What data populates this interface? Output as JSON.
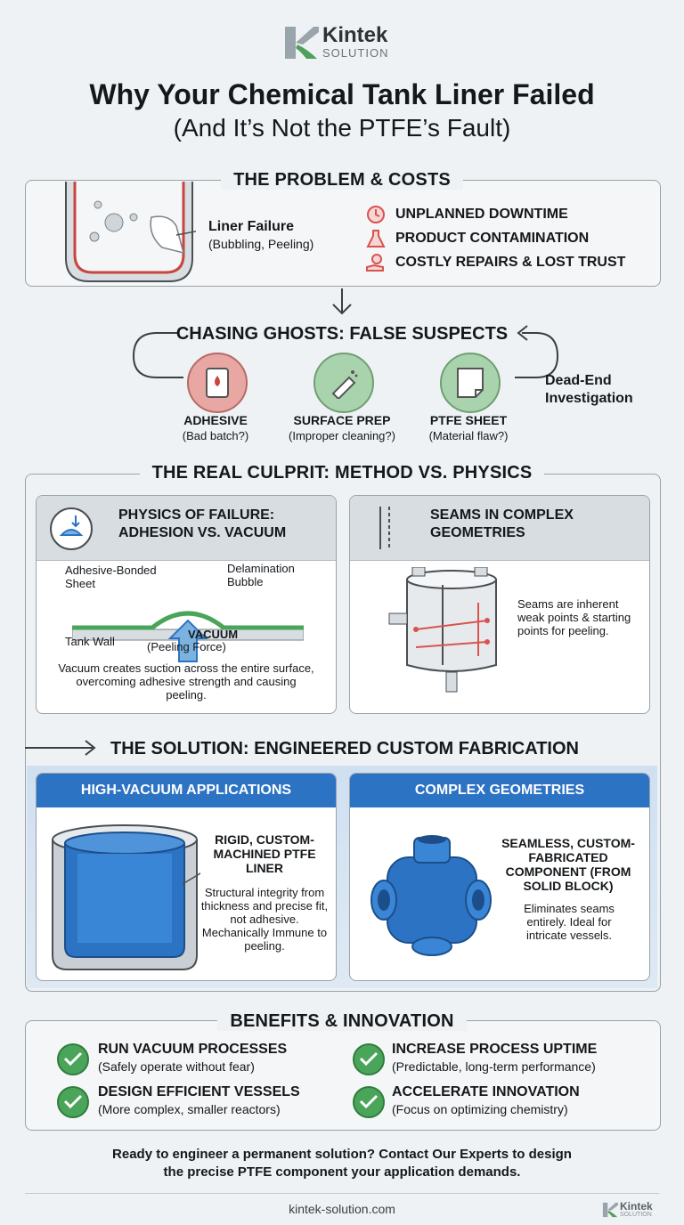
{
  "brand": {
    "name": "Kintek",
    "sub": "SOLUTION"
  },
  "title": {
    "line1": "Why Your Chemical Tank Liner Failed",
    "line2": "(And It’s Not the PTFE’s Fault)"
  },
  "problem": {
    "heading": "THE PROBLEM & COSTS",
    "liner_label": "Liner Failure",
    "liner_sub": "(Bubbling, Peeling)",
    "costs": [
      {
        "icon": "clock-warning-icon",
        "label": "UNPLANNED DOWNTIME"
      },
      {
        "icon": "flask-warning-icon",
        "label": "PRODUCT CONTAMINATION"
      },
      {
        "icon": "money-hand-icon",
        "label": "COSTLY REPAIRS & LOST TRUST"
      }
    ]
  },
  "ghosts": {
    "heading": "CHASING GHOSTS: FALSE SUSPECTS",
    "dead_end": "Dead-End Investigation",
    "suspects": [
      {
        "label": "ADHESIVE",
        "sub": "(Bad batch?)",
        "icon": "adhesive-can-icon",
        "color": "#e9a7a3"
      },
      {
        "label": "SURFACE PREP",
        "sub": "(Improper cleaning?)",
        "icon": "spray-icon",
        "color": "#a9d3ad"
      },
      {
        "label": "PTFE SHEET",
        "sub": "(Material flaw?)",
        "icon": "sheet-icon",
        "color": "#a9d3ad"
      }
    ]
  },
  "culprit": {
    "heading": "THE REAL CULPRIT: METHOD VS. PHYSICS",
    "physics": {
      "title": "PHYSICS OF FAILURE: ADHESION VS. VACUUM",
      "label_sheet": "Adhesive-Bonded Sheet",
      "label_bubble": "Delamination Bubble",
      "label_wall": "Tank Wall",
      "label_vacuum": "VACUUM",
      "label_force": "(Peeling Force)",
      "caption": "Vacuum creates suction across the entire surface, overcoming adhesive strength and causing peeling."
    },
    "seams": {
      "title": "SEAMS IN COMPLEX GEOMETRIES",
      "caption": "Seams are inherent weak points & starting points for peeling."
    }
  },
  "solution": {
    "heading": "THE SOLUTION: ENGINEERED CUSTOM FABRICATION",
    "vacuum": {
      "title": "HIGH-VACUUM APPLICATIONS",
      "label": "RIGID, CUSTOM-MACHINED PTFE LINER",
      "caption": "Structural integrity from thickness and precise fit, not adhesive. Mechanically Immune to peeling."
    },
    "complex": {
      "title": "COMPLEX GEOMETRIES",
      "label": "SEAMLESS, CUSTOM-FABRICATED COMPONENT (FROM SOLID BLOCK)",
      "caption": "Eliminates seams entirely. Ideal for intricate vessels."
    }
  },
  "benefits": {
    "heading": "BENEFITS & INNOVATION",
    "items": [
      {
        "title": "RUN VACUUM PROCESSES",
        "sub": "(Safely operate without fear)"
      },
      {
        "title": "INCREASE PROCESS UPTIME",
        "sub": "(Predictable, long-term performance)"
      },
      {
        "title": "DESIGN EFFICIENT VESSELS",
        "sub": "(More complex, smaller reactors)"
      },
      {
        "title": "ACCELERATE INNOVATION",
        "sub": "(Focus on optimizing chemistry)"
      }
    ]
  },
  "cta": {
    "line1": "Ready to engineer a permanent solution? Contact Our Experts to design",
    "line2": "the precise PTFE component your application demands."
  },
  "footer": {
    "url": "kintek-solution.com",
    "brand": "Kintek",
    "brand_sub": "SOLUTION"
  },
  "colors": {
    "accent_blue": "#2c73c4",
    "warn_red": "#d9534f",
    "check_green": "#4aa55a"
  }
}
